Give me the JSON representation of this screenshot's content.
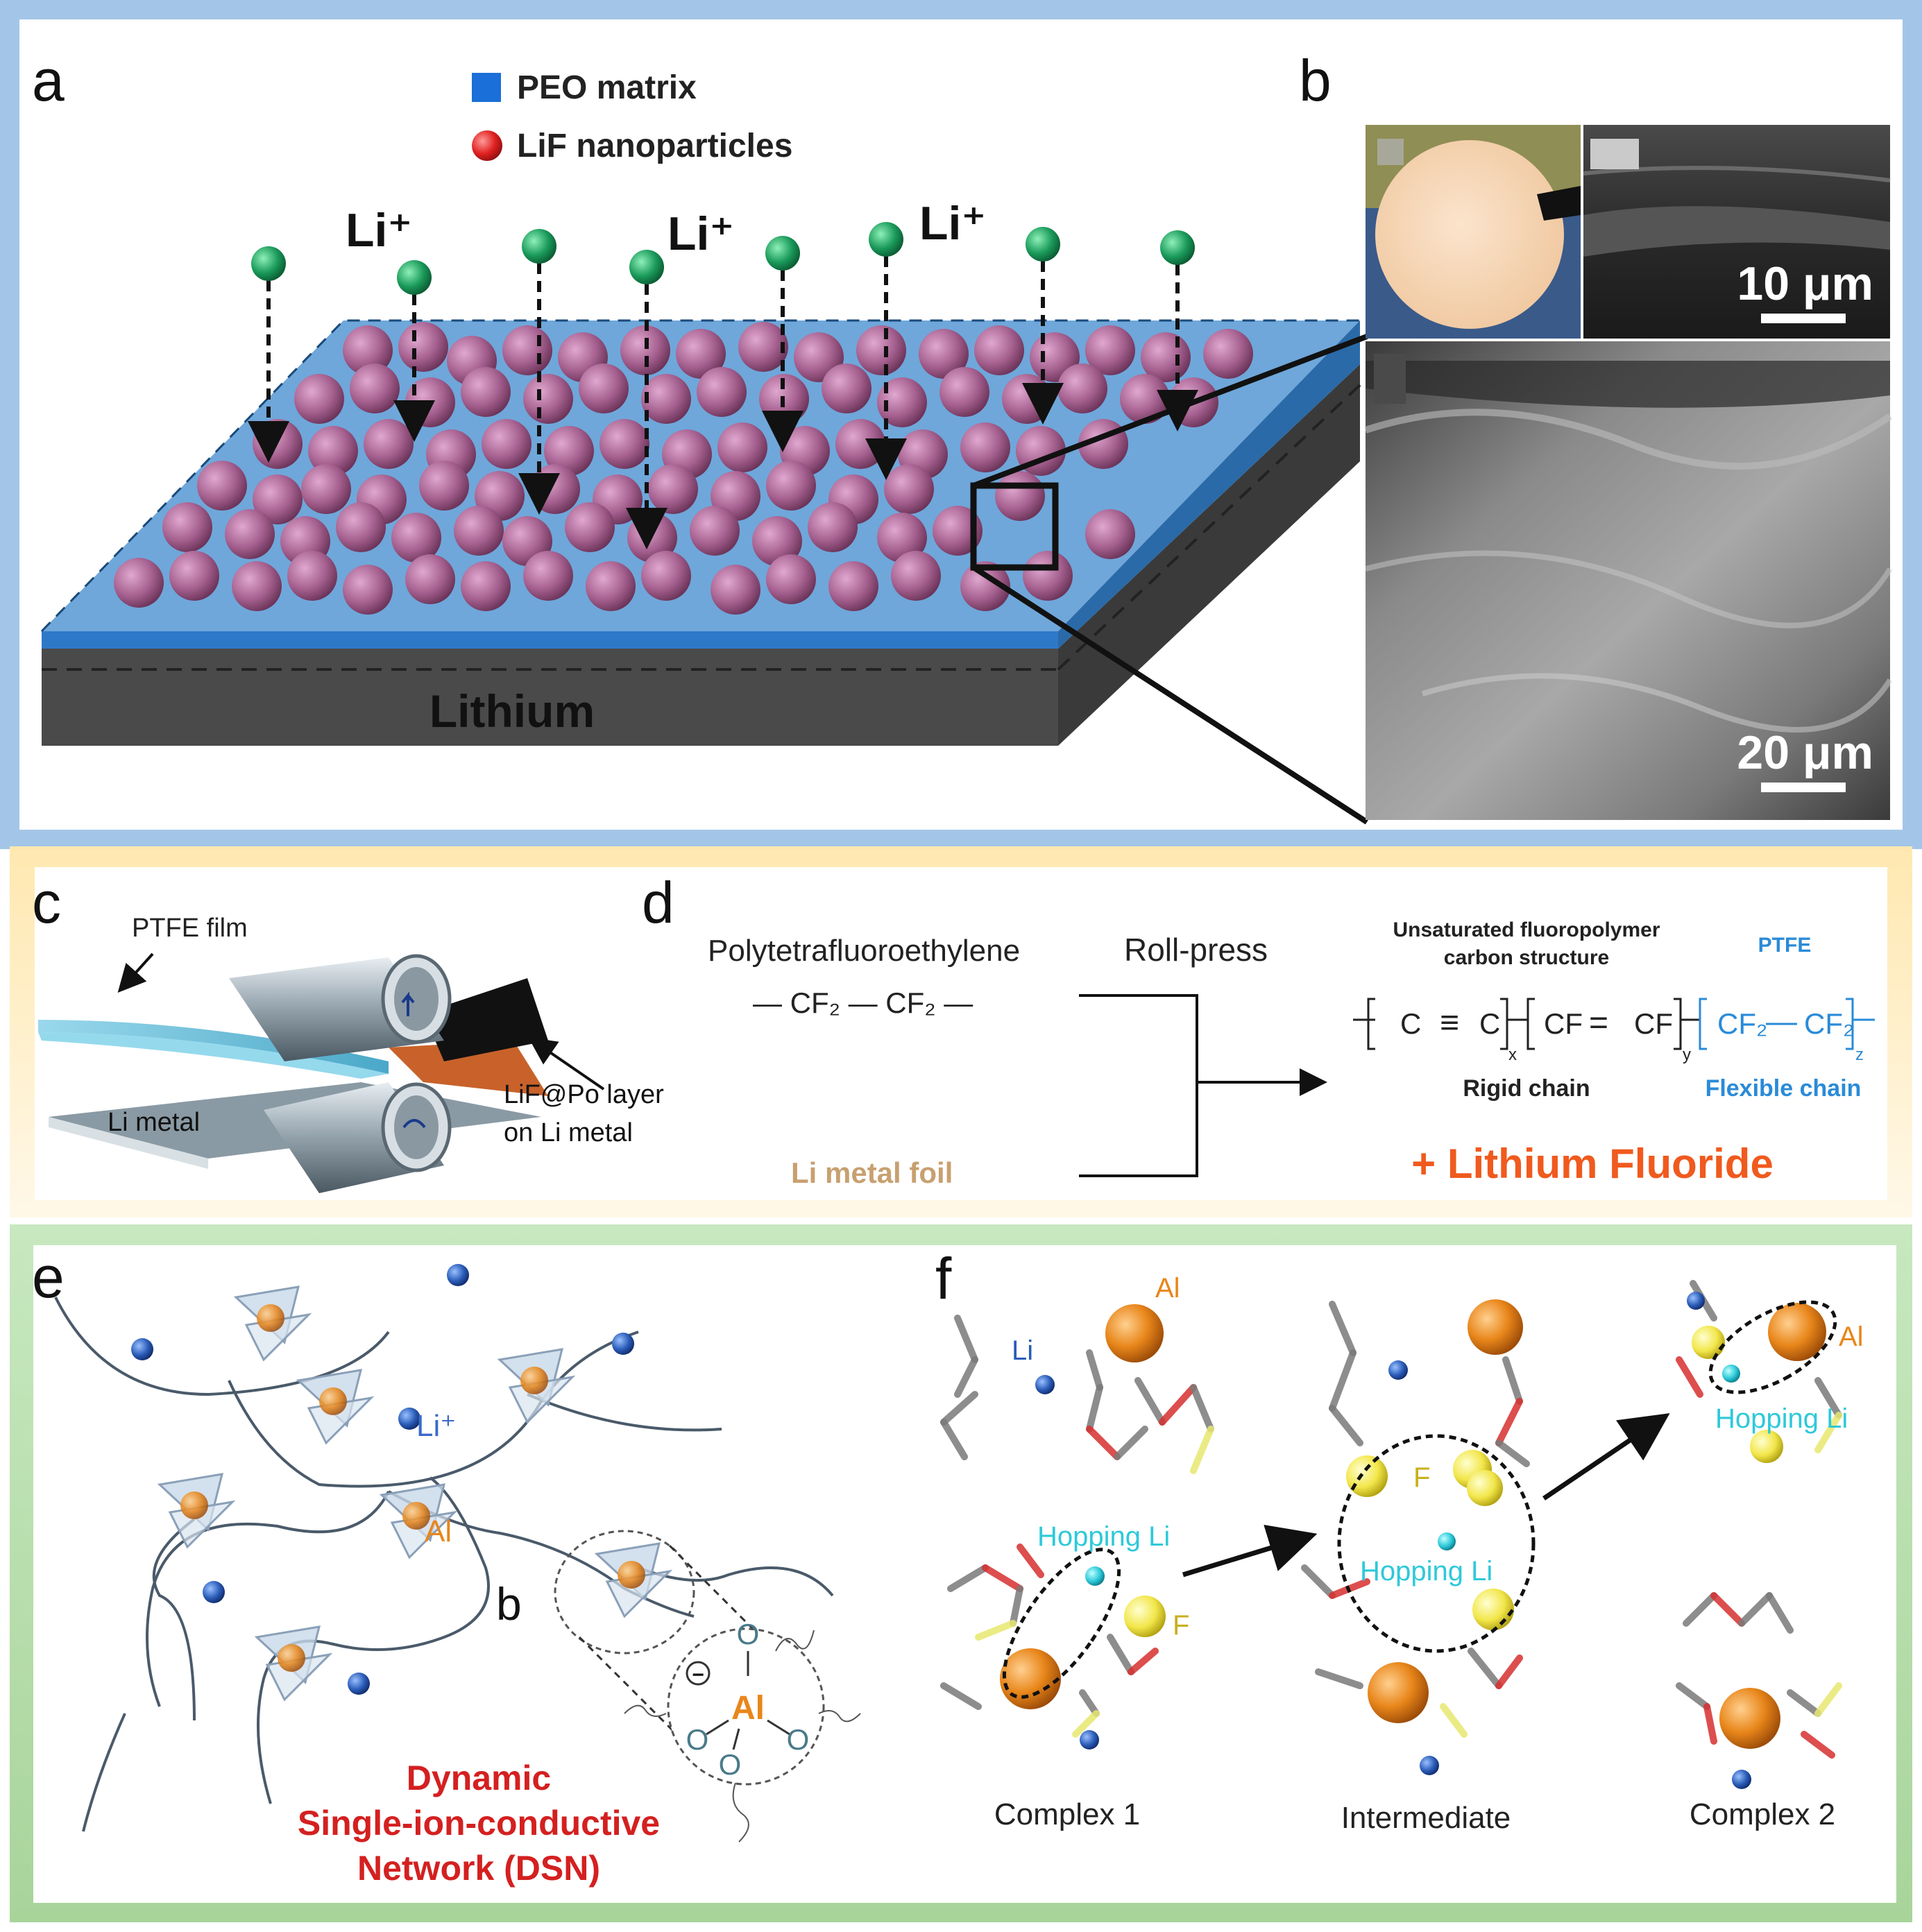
{
  "colors": {
    "panel_ab_border": "#a3c6e8",
    "panel_cd_border": "#f7d68a",
    "panel_ef_border": "#a8d49a",
    "peo_blue": "#5b9bd5",
    "lif_purple": "#a5608f",
    "li_green": "#1a9a5a",
    "lithium_gray": "#4a4a4a",
    "al_orange": "#e8861a",
    "f_yellow": "#f2e64a",
    "hopping_cyan": "#2ec9d9",
    "li_blue": "#2a5cb8",
    "dsn_red": "#d42020",
    "li_foil_tan": "#c8a070",
    "lithium_fluoride_orange": "#f05a1e",
    "ptfe_blue": "#2a8bd8"
  },
  "panel_labels": {
    "a": "a",
    "b": "b",
    "c": "c",
    "d": "d",
    "e": "e",
    "f": "f"
  },
  "panel_a": {
    "legend_peo": "PEO matrix",
    "legend_lif": "LiF nanoparticles",
    "li_ion_labels": [
      "Li⁺",
      "Li⁺",
      "Li⁺"
    ],
    "substrate": "Lithium"
  },
  "panel_b": {
    "scale_top": "10 μm",
    "scale_bottom": "20 μm"
  },
  "panel_c": {
    "ptfe_film": "PTFE film",
    "li_metal": "Li metal",
    "layer_line1": "LiF@Po layer",
    "layer_line2": "on Li metal"
  },
  "panel_d": {
    "ptfe_name": "Polytetrafluoroethylene",
    "ptfe_formula": "— CF₂ — CF₂ —",
    "process": "Roll-press",
    "li_foil": "Li metal foil",
    "unsat_line1": "Unsaturated fluoropolymer",
    "unsat_line2": "carbon structure",
    "ptfe_tag": "PTFE",
    "structure_c1": "C",
    "structure_triple": "≡",
    "structure_c2": "C",
    "structure_cf1": "CF",
    "structure_double": "=",
    "structure_cf2": "CF",
    "structure_cf2a": "CF₂",
    "structure_cf2b": "CF₂",
    "sub_x": "x",
    "sub_y": "y",
    "sub_z": "z",
    "rigid": "Rigid chain",
    "flexible": "Flexible chain",
    "product": "+ Lithium Fluoride"
  },
  "panel_e": {
    "li_plus": "Li⁺",
    "al": "Al",
    "zoom_label": "b",
    "center_al": "Al",
    "o": "O",
    "charge": "−",
    "dsn_line1": "Dynamic",
    "dsn_line2": "Single-ion-conductive",
    "dsn_line3": "Network (DSN)"
  },
  "panel_f": {
    "al": "Al",
    "li": "Li",
    "hopping": "Hopping Li",
    "f": "F",
    "complex1": "Complex 1",
    "intermediate": "Intermediate",
    "complex2": "Complex 2"
  }
}
